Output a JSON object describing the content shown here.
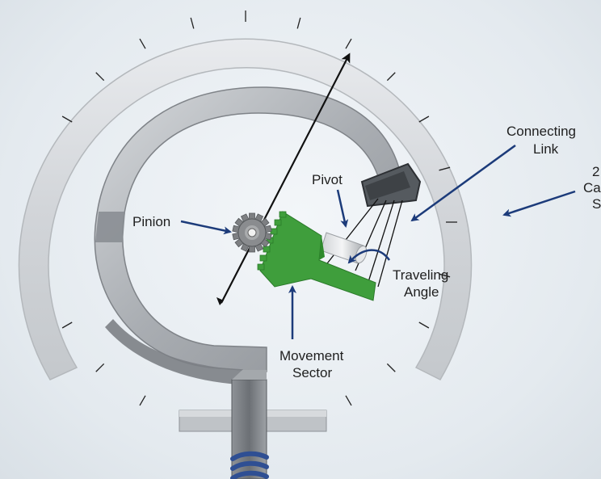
{
  "labels": {
    "pinion": "Pinion",
    "pivot": "Pivot",
    "connecting_link_1": "Connecting",
    "connecting_link_2": "Link",
    "traveling_angle_1": "Traveling",
    "traveling_angle_2": "Angle",
    "movement_sector_1": "Movement",
    "movement_sector_2": "Sector",
    "cut_off_1": "2",
    "cut_off_2": "Ca",
    "cut_off_3": "S"
  },
  "colors": {
    "arrow": "#1c3b7a",
    "sector": "#3f9e3c",
    "dial": "#d4d7db",
    "tube": "#b9bdc2",
    "spring": "#3b5ea8"
  },
  "icons": {
    "pinion": "gear-icon",
    "spring": "coil-spring-icon"
  }
}
